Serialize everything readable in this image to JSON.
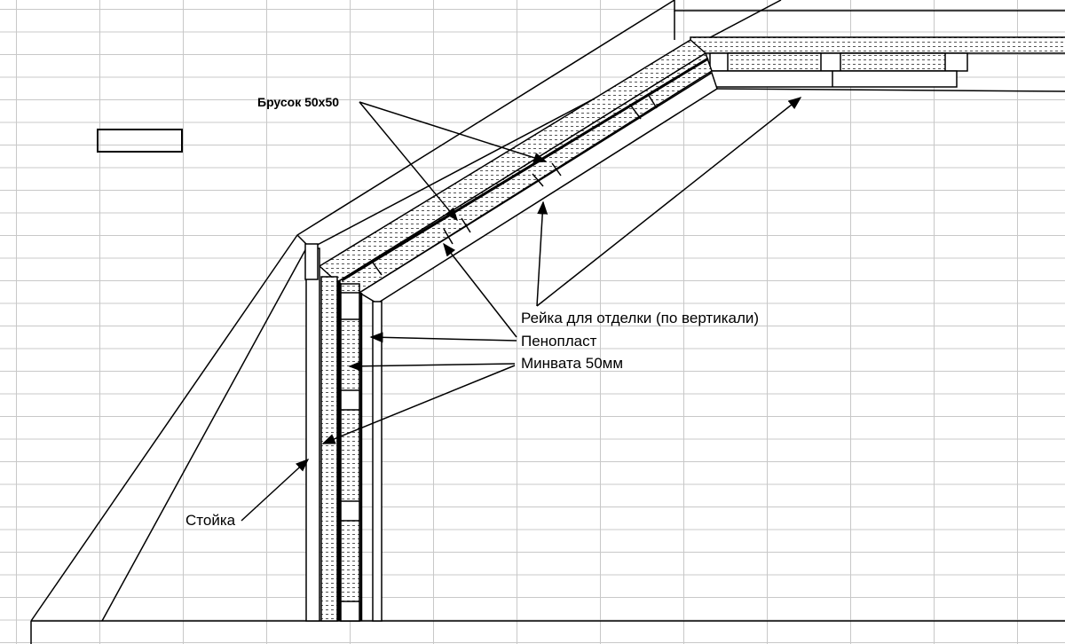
{
  "labels": {
    "batten": "Брусок 50х50",
    "finish_rail": "Рейка для отделки (по вертикали)",
    "foam": "Пенопласт",
    "mineral_wool": "Минвата 50мм",
    "post": "Стойка"
  },
  "colors": {
    "line": "#000000",
    "grid": "#c8c8c8"
  }
}
